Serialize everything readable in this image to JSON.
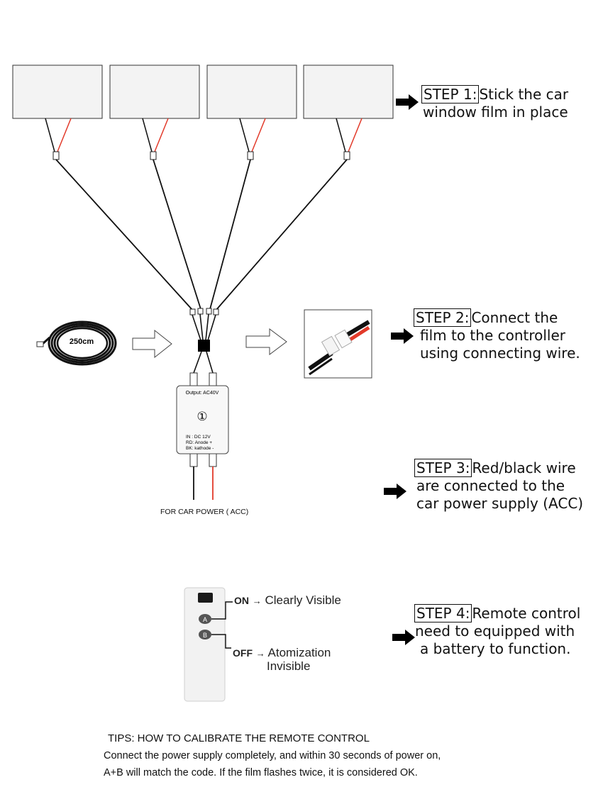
{
  "steps": [
    {
      "tag": "STEP 1:",
      "lines": [
        "Stick the car",
        "window film in place"
      ]
    },
    {
      "tag": "STEP 2:",
      "lines": [
        "Connect the",
        "film to the controller",
        "using connecting wire."
      ]
    },
    {
      "tag": "STEP 3:",
      "lines": [
        "Red/black wire",
        "are connected to the",
        "car power supply  (ACC)"
      ]
    },
    {
      "tag": "STEP 4:",
      "lines": [
        "Remote control",
        "need to equipped with",
        "a battery to function."
      ]
    }
  ],
  "cable": {
    "length_label": "250cm"
  },
  "controller": {
    "output": "Output: AC40V",
    "number": "①",
    "spec1": "IN : DC 12V",
    "spec2": "RD: Anode +",
    "spec3": "BK: kathode -"
  },
  "power_label": "FOR CAR POWER ( ACC)",
  "remote": {
    "button_a": "A",
    "button_b": "B",
    "on_label": "ON",
    "on_desc": "Clearly Visible",
    "off_label": "OFF",
    "off_desc_1": "Atomization",
    "off_desc_2": "Invisible",
    "arrow": "→"
  },
  "tips": {
    "heading": "TIPS: HOW TO CALIBRATE THE REMOTE CONTROL",
    "line1": "Connect the power supply completely, and within 30 seconds of power on,",
    "line2": "A+B will match the code. If the film flashes twice, it is considered OK."
  },
  "colors": {
    "wire_red": "#e23a2a",
    "wire_black": "#111111",
    "panel_fill": "#f3f3f3"
  }
}
